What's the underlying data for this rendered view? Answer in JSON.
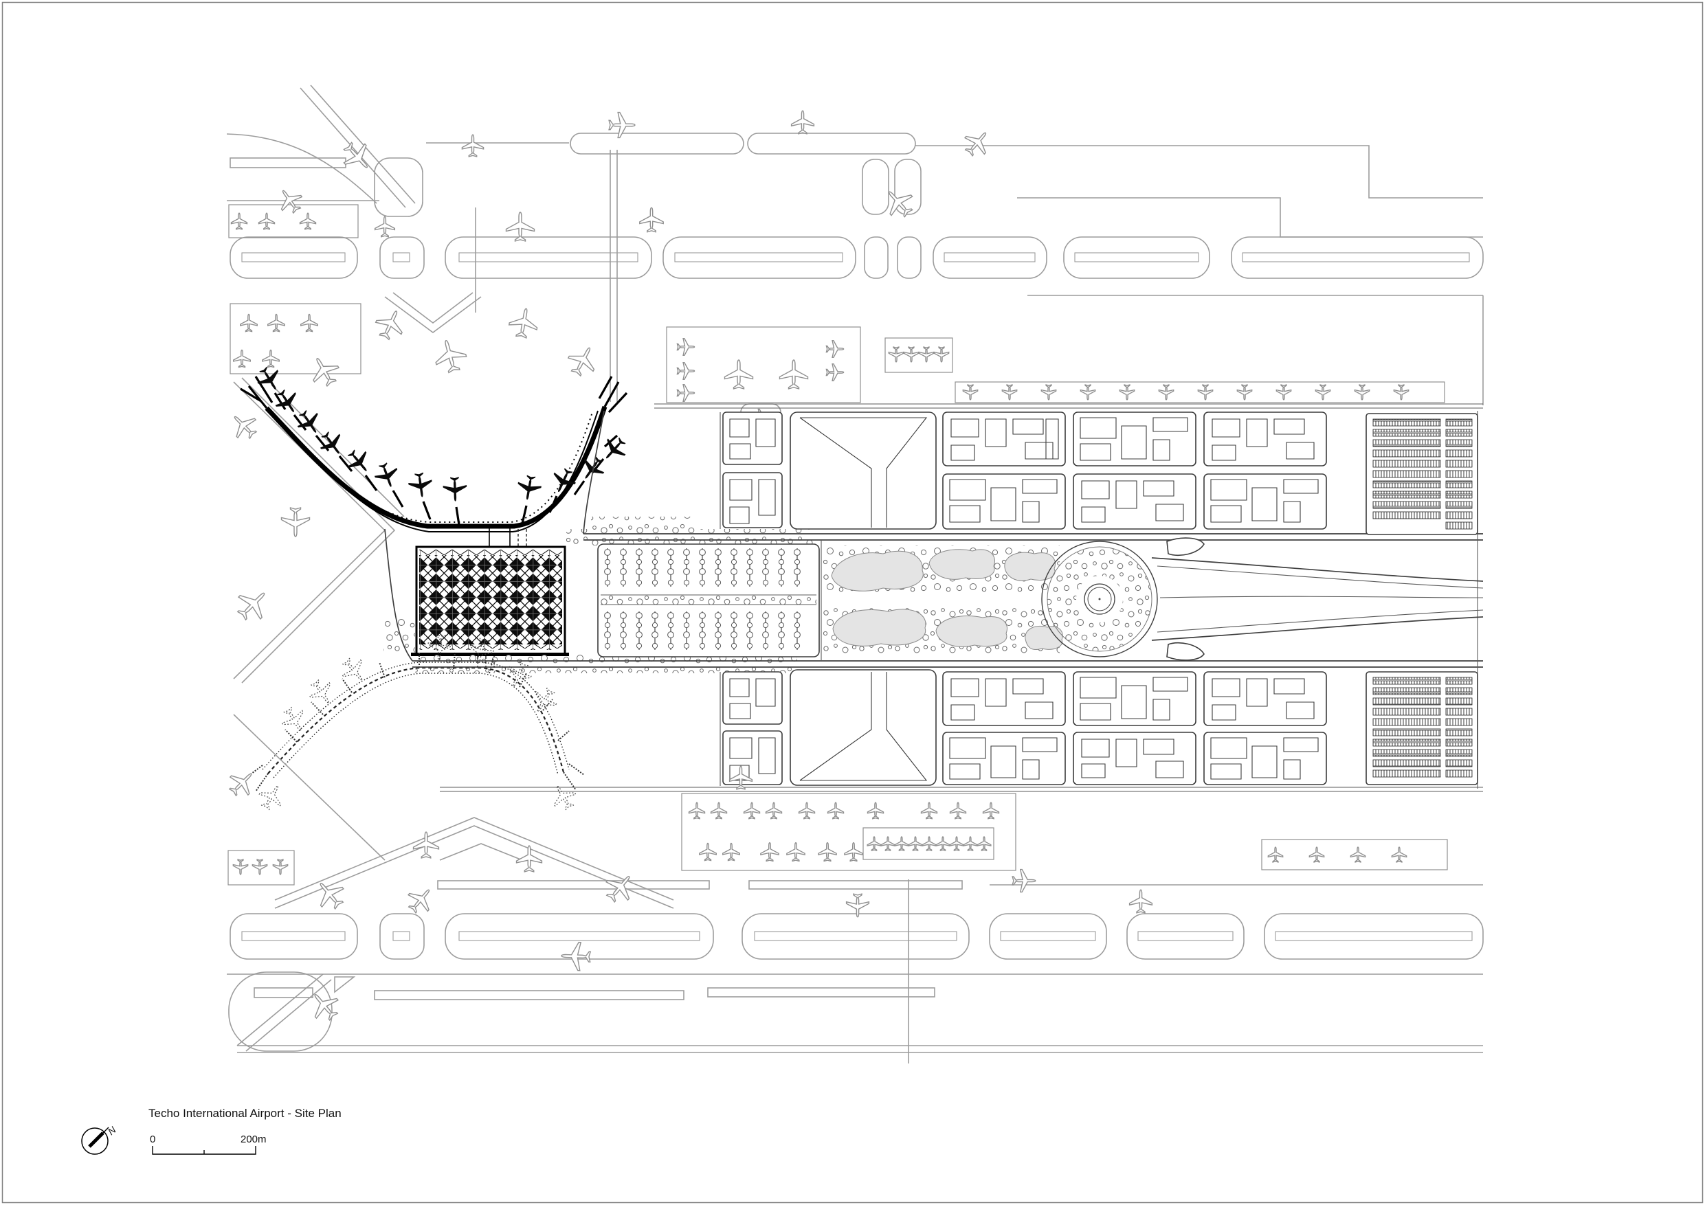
{
  "title_block": {
    "title": "Techo International Airport - Site Plan",
    "scale": {
      "start_label": "0",
      "end_label": "200m"
    },
    "north_label": "N"
  },
  "palette": {
    "paper": "#ffffff",
    "page_border": "#808080",
    "airside_linework": "#9c9c9c",
    "landside_linework": "#3f3f3f",
    "terminal_black": "#0a0a0a",
    "pond_fill": "#e4e4e4",
    "tree_line": "#6a6a6a"
  }
}
